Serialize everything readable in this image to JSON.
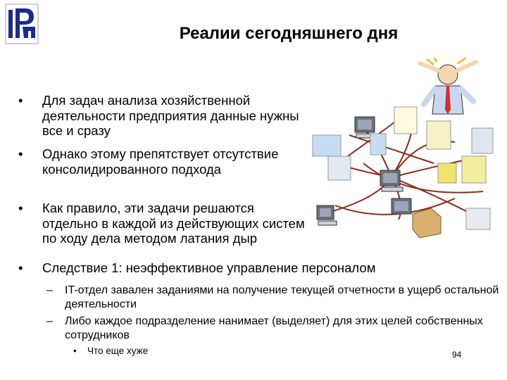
{
  "slide": {
    "title": "Реалии сегодняшнего дня",
    "bullets": [
      "Для задач анализа хозяйственной деятельности предприятия данные нужны все и сразу",
      "Однако этому препятствует отсутствие консолидированного подхода",
      "Как правило, эти задачи решаются отдельно в каждой из действующих систем по ходу дела методом латания дыр",
      "Следствие 1: неэффективное управление персоналом"
    ],
    "sub_bullets": [
      "IT-отдел завален заданиями на получение текущей отчетности в ущерб остальной деятельности",
      "Либо каждое подразделение нанимает (выделяет) для этих целей собственных сотрудников"
    ],
    "sub_sub_bullet": "Что еще хуже",
    "page_number": "94",
    "bullet_symbol": "•",
    "dash_symbol": "–"
  },
  "logo": {
    "icon": "university-logo-icon",
    "color": "#1a2c8c"
  },
  "illustration": {
    "icon": "chaotic-network-clipart",
    "arrow_color": "#8b2a1a"
  }
}
